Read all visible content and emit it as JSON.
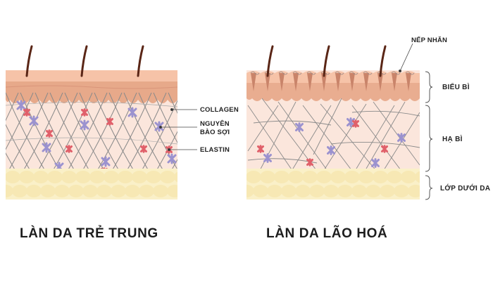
{
  "labels": {
    "collagen": "COLLAGEN",
    "fibroblast_line1": "NGUYÊN",
    "fibroblast_line2": "BÀO SỢI",
    "elastin": "ELASTIN",
    "wrinkle": "NẾP NHĂN",
    "epidermis": "BIỂU BÌ",
    "dermis": "HẠ BÌ",
    "subcutaneous": "LỚP DƯỚI DA"
  },
  "titles": {
    "young": "LÀN DA TRẺ TRUNG",
    "aging": "LÀN DA LÃO HOÁ"
  },
  "colors": {
    "epidermis_top": "#f6c3a8",
    "epidermis_band": "#e7a98a",
    "dermis": "#fbe6dc",
    "fat": "#faf0c8",
    "fat_blob": "#f7e8b4",
    "hair": "#5a2616",
    "collagen": "#8a8a8a",
    "fibroblast": "#9b92cf",
    "elastin": "#e0606a"
  }
}
